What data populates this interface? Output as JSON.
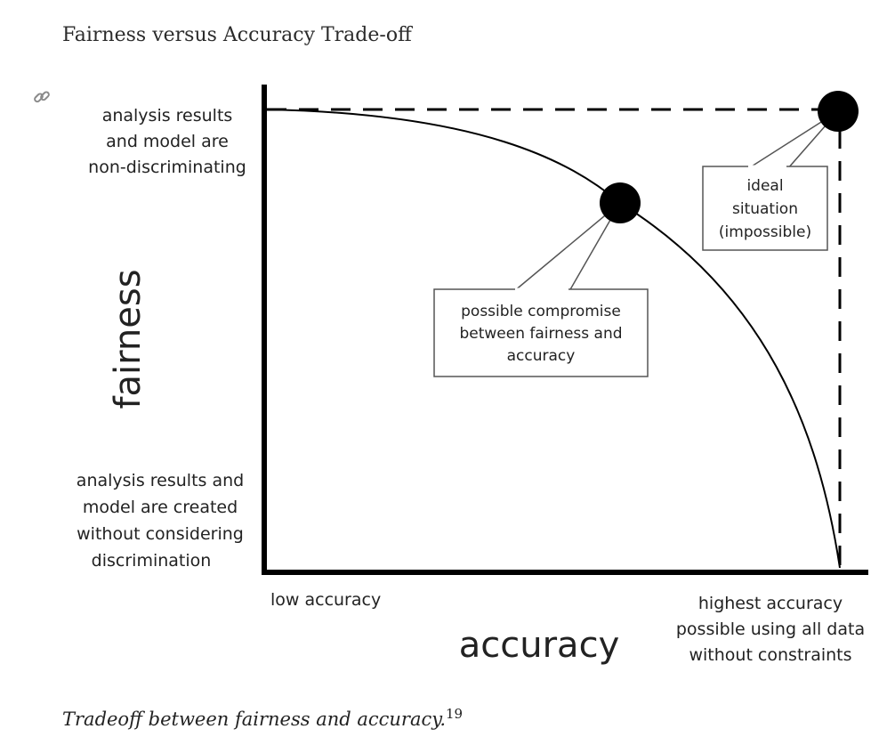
{
  "section_title": "Fairness versus Accuracy Trade-off",
  "icons": {
    "anchor_link": "link-icon"
  },
  "diagram": {
    "y_axis_title": "fairness",
    "x_axis_title": "accuracy",
    "y_top_label": [
      "analysis results",
      "and model are",
      "non-discriminating"
    ],
    "y_bottom_label": [
      "analysis results and",
      "model are created",
      "without considering",
      "discrimination"
    ],
    "x_left_label": "low accuracy",
    "x_right_label": [
      "highest accuracy",
      "possible using all data",
      "without constraints"
    ],
    "compromise_callout": [
      "possible compromise",
      "between fairness and",
      "accuracy"
    ],
    "ideal_callout": [
      "ideal",
      "situation",
      "(impossible)"
    ],
    "colors": {
      "ink": "#000000",
      "text": "#222222",
      "callout_border": "#555555",
      "link_icon": "#8a8a8a"
    }
  },
  "caption": {
    "text": "Tradeoff between fairness and accuracy.",
    "footnote": "19"
  }
}
